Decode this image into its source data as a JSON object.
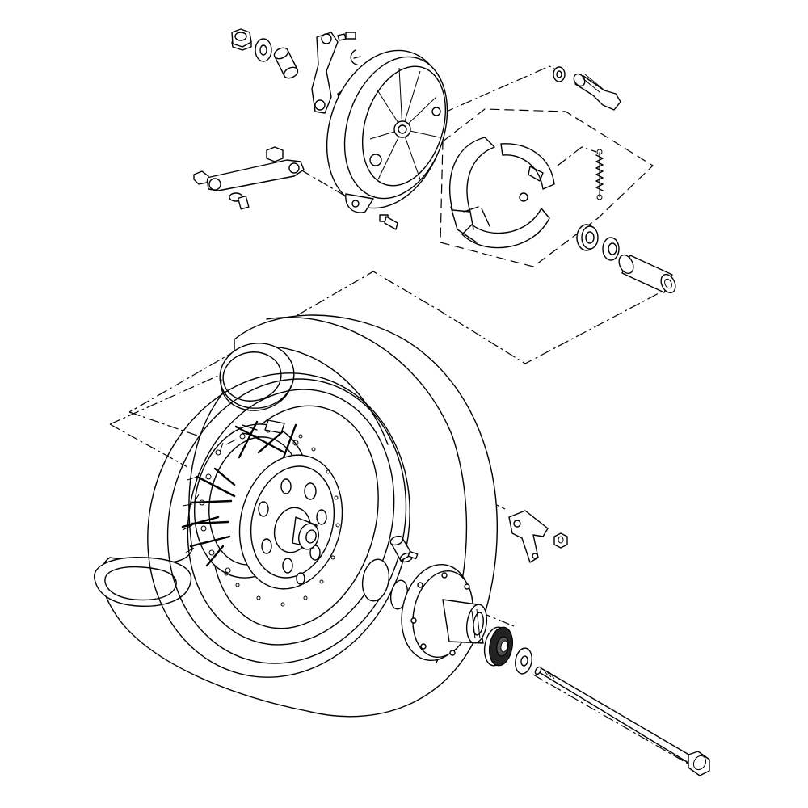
{
  "diagram": {
    "parts": [
      {
        "id": "nut-top",
        "name": "nut-icon"
      },
      {
        "id": "washer-top",
        "name": "washer-icon"
      },
      {
        "id": "collar-top",
        "name": "collar-icon"
      },
      {
        "id": "torque-link",
        "name": "torque-link-icon"
      },
      {
        "id": "brake-panel",
        "name": "brake-panel-icon"
      },
      {
        "id": "brake-cam",
        "name": "brake-cam-icon"
      },
      {
        "id": "brake-shoes",
        "name": "brake-shoe-icon"
      },
      {
        "id": "shoe-spring",
        "name": "spring-icon"
      },
      {
        "id": "bearing-small",
        "name": "bearing-icon"
      },
      {
        "id": "spacer",
        "name": "spacer-icon"
      },
      {
        "id": "brake-arm",
        "name": "brake-arm-icon"
      },
      {
        "id": "wheel-tire",
        "name": "wheel-icon"
      },
      {
        "id": "hub-damper",
        "name": "damper-icon"
      },
      {
        "id": "o-ring",
        "name": "o-ring-icon"
      },
      {
        "id": "sprocket-hub",
        "name": "sprocket-hub-icon"
      },
      {
        "id": "bearing-dark",
        "name": "bearing-icon"
      },
      {
        "id": "washer-axle",
        "name": "washer-icon"
      },
      {
        "id": "axle",
        "name": "axle-icon"
      },
      {
        "id": "chain-adjuster",
        "name": "adjuster-plate-icon"
      }
    ],
    "colors": {
      "line": "#000000",
      "background": "#ffffff",
      "bearing_dark": "#222222"
    }
  }
}
